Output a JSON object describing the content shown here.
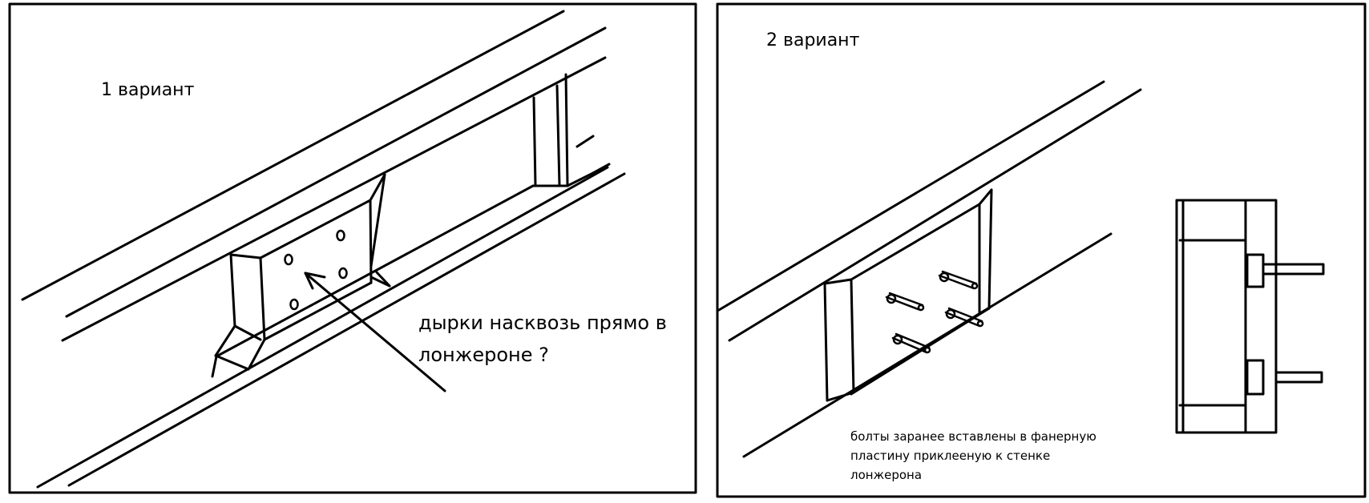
{
  "panel1": {
    "title": "1 вариант",
    "note_line1": "дырки насквозь прямо в",
    "note_line2": "лонжероне ?"
  },
  "panel2": {
    "title": "2 вариант",
    "note_line1": "болты заранее вставлены в фанерную",
    "note_line2": "пластину приклееную к  стенке",
    "note_line3": "лонжерона"
  }
}
